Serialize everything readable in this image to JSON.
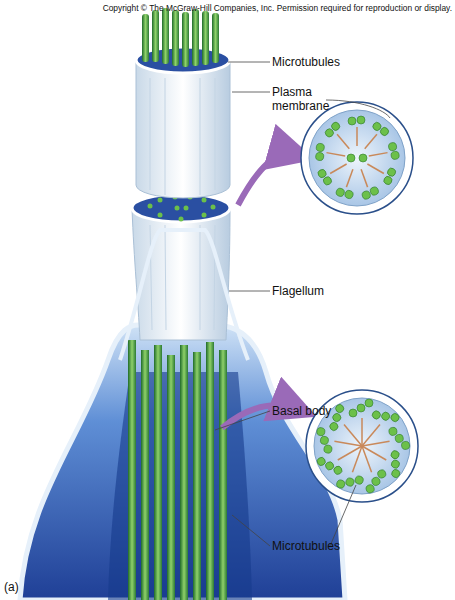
{
  "diagram": {
    "labels": [
      "Copyright © The McGraw-Hill Companies, Inc. Permission required for reproduction or display.",
      "Microtubules",
      "Plasma membrane",
      "Flagellum",
      "Basal body",
      "Microtubules",
      "(a)"
    ]
  }
}
